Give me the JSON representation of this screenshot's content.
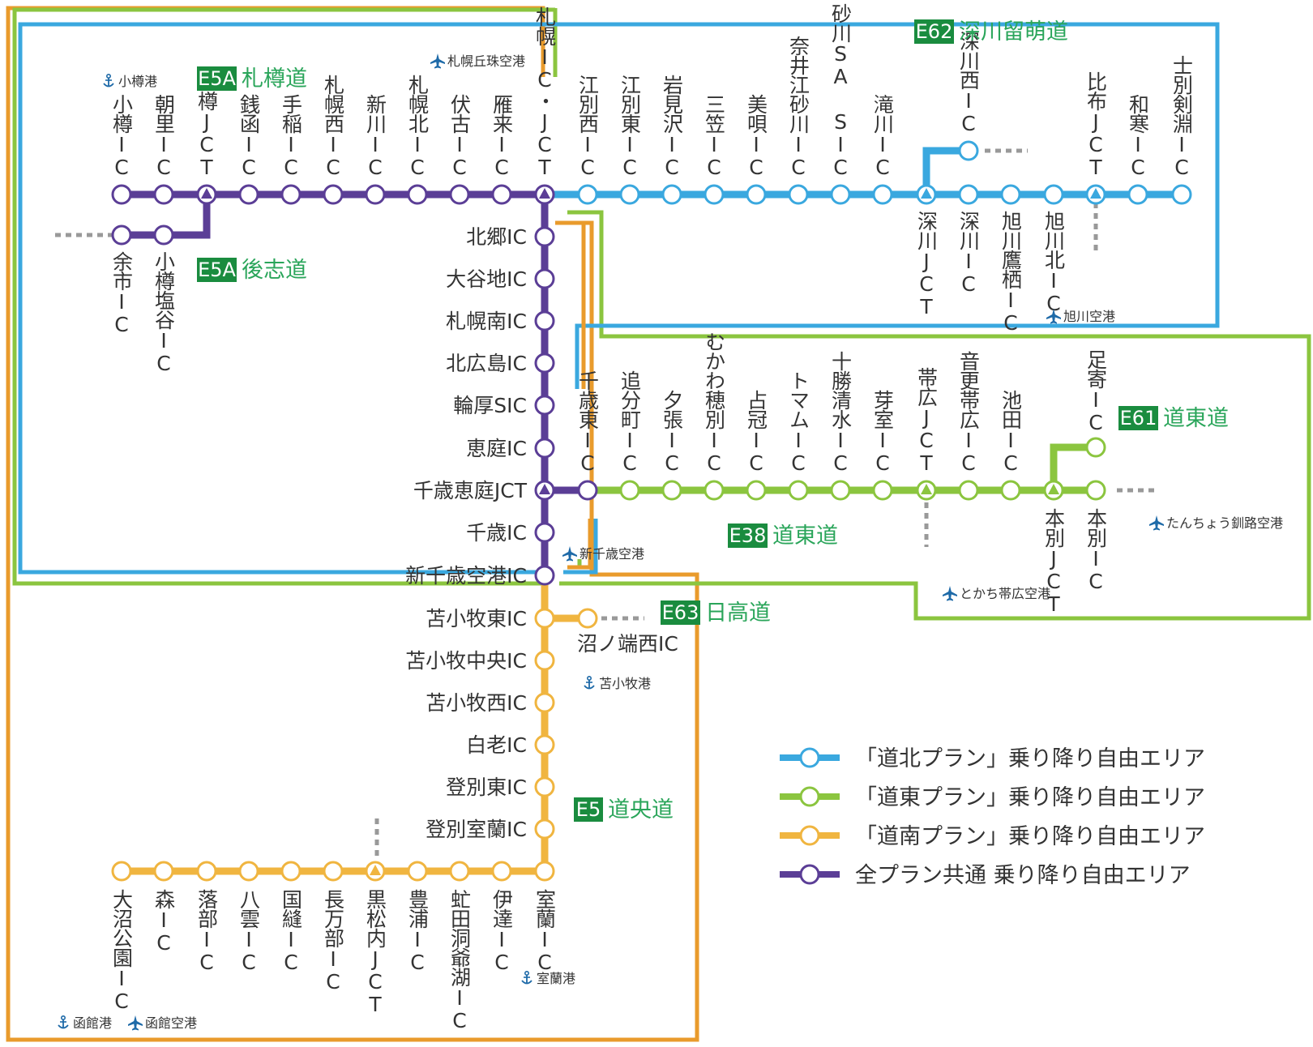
{
  "roads": {
    "sapporo_otaru": {
      "code": "E5A",
      "name": "札樽道"
    },
    "shiribeshi": {
      "code": "E5A",
      "name": "後志道"
    },
    "fukagawa_rumoi": {
      "code": "E62",
      "name": "深川留萌道"
    },
    "doto_main": {
      "code": "E38",
      "name": "道東道"
    },
    "doto_ashoro": {
      "code": "E61",
      "name": "道東道"
    },
    "hidaka": {
      "code": "E63",
      "name": "日高道"
    },
    "doo": {
      "code": "E5",
      "name": "道央道"
    }
  },
  "stations": {
    "top_row": [
      "小樽IC",
      "朝里IC",
      "小樽JCT",
      "銭函IC",
      "手稲IC",
      "札幌西IC",
      "新川IC",
      "札幌北IC",
      "伏古IC",
      "雁来IC",
      "札幌IC・JCT",
      "江別西IC",
      "江別東IC",
      "岩見沢IC",
      "三笠IC",
      "美唄IC",
      "奈井江砂川IC",
      "砂川SA SIC",
      "滝川IC",
      "深川JCT",
      "深川IC",
      "旭川鷹栖IC",
      "旭川北IC",
      "比布JCT",
      "和寒IC",
      "士別剣淵IC"
    ],
    "fukagawa_nishi": "深川西IC",
    "shiribeshi": [
      "余市IC",
      "小樽塩谷IC"
    ],
    "center_column": [
      "北郷IC",
      "大谷地IC",
      "札幌南IC",
      "北広島IC",
      "輪厚SIC",
      "恵庭IC",
      "千歳恵庭JCT",
      "千歳IC",
      "新千歳空港IC",
      "苫小牧東IC",
      "苫小牧中央IC",
      "苫小牧西IC",
      "白老IC",
      "登別東IC",
      "登別室蘭IC"
    ],
    "doto_row": [
      "千歳東IC",
      "追分町IC",
      "夕張IC",
      "むかわ穂別IC",
      "占冠IC",
      "トマムIC",
      "十勝清水IC",
      "芽室IC",
      "帯広JCT",
      "音更帯広IC",
      "池田IC",
      "本別JCT",
      "本別IC"
    ],
    "ashoro": "足寄IC",
    "hidaka": "沼ノ端西IC",
    "bottom_row": [
      "大沼公園IC",
      "森IC",
      "落部IC",
      "八雲IC",
      "国縫IC",
      "長万部IC",
      "黒松内JCT",
      "豊浦IC",
      "虻田洞爺湖IC",
      "伊達IC",
      "室蘭IC"
    ]
  },
  "pois": {
    "otaru_port": "小樽港",
    "okadama_airport": "札幌丘珠空港",
    "asahikawa_airport": "旭川空港",
    "new_chitose_airport": "新千歳空港",
    "kushiro_airport": "たんちょう釧路空港",
    "obihiro_airport": "とかち帯広空港",
    "tomakomai_port": "苫小牧港",
    "muroran_port": "室蘭港",
    "hakodate_port": "函館港",
    "hakodate_airport": "函館空港"
  },
  "icons": {
    "port": "anchor-icon",
    "airport": "airplane-icon"
  },
  "legend": [
    {
      "label": "「道北プラン」乗り降り自由エリア",
      "color": "#3aa8df"
    },
    {
      "label": "「道東プラン」乗り降り自由エリア",
      "color": "#8bc53f"
    },
    {
      "label": "「道南プラン」乗り降り自由エリア",
      "color": "#f0b540"
    },
    {
      "label": "全プラン共通 乗り降り自由エリア",
      "color": "#5b3e96"
    }
  ],
  "colors": {
    "dohoku": "#3aa8df",
    "doto": "#8bc53f",
    "donan": "#f0b540",
    "donan_border": "#e99b2c",
    "common": "#5b3e96",
    "road_badge": "#1a8c3f",
    "road_name": "#2aa55a",
    "dotted": "#999999"
  }
}
